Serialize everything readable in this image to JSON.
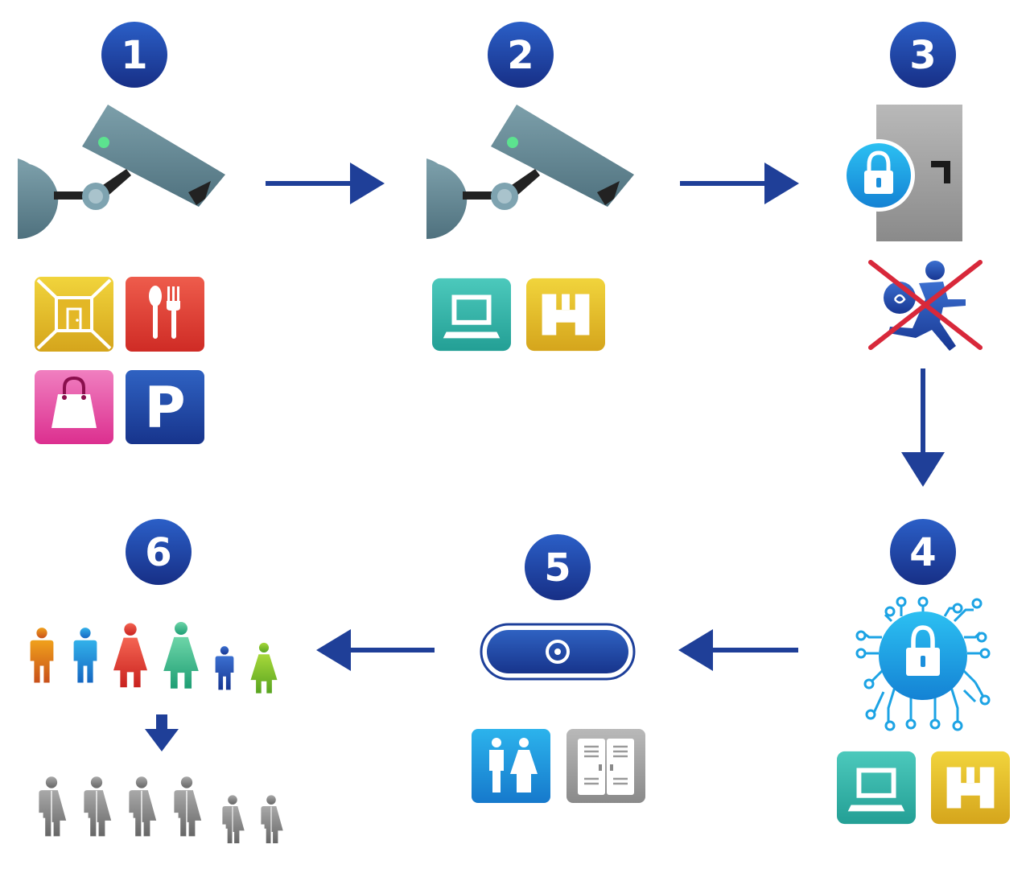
{
  "steps": [
    {
      "number": "1",
      "icon": "security-camera-icon",
      "zones": [
        "lobby-icon",
        "restaurant-icon",
        "shop-icon",
        "parking-icon"
      ]
    },
    {
      "number": "2",
      "icon": "security-camera-icon",
      "zones": [
        "office-icon",
        "warehouse-icon"
      ]
    },
    {
      "number": "3",
      "icon": "locked-door-icon",
      "zones": [
        "no-thief-icon"
      ]
    },
    {
      "number": "4",
      "icon": "digital-lock-icon",
      "zones": [
        "office-icon",
        "warehouse-icon"
      ]
    },
    {
      "number": "5",
      "icon": "privacy-camera-icon",
      "zones": [
        "restroom-icon",
        "locker-room-icon"
      ]
    },
    {
      "number": "6",
      "icon": "people-icon",
      "zones": [
        "anonymized-people-icon"
      ]
    }
  ],
  "parking_letter": "P",
  "colors": {
    "badge": "#1d3f9a",
    "arrow": "#1f3f98",
    "camera": "#6a8e9b",
    "lock": "#1e9ee6",
    "cross": "#d8283a"
  }
}
